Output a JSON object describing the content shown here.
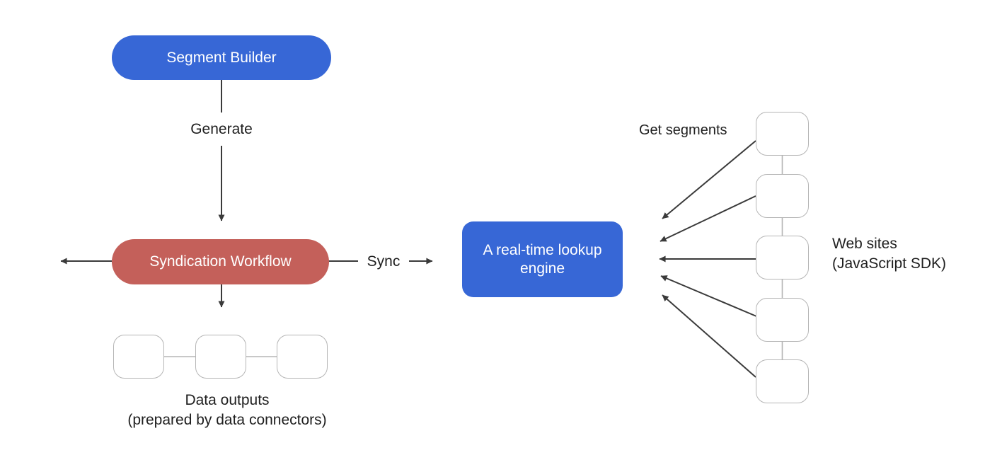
{
  "diagram": {
    "nodes": {
      "segment_builder": {
        "label": "Segment Builder",
        "color": "#3767d6"
      },
      "syndication_workflow": {
        "label": "Syndication Workflow",
        "color": "#c4605a"
      },
      "lookup_engine": {
        "label": "A real-time lookup engine",
        "color": "#3767d6"
      }
    },
    "edge_labels": {
      "generate": "Generate",
      "sync": "Sync",
      "get_segments": "Get segments"
    },
    "data_outputs": {
      "node_count": 3,
      "caption_line1": "Data outputs",
      "caption_line2": "(prepared by data connectors)"
    },
    "web_sites": {
      "node_count": 5,
      "label_line1": "Web sites",
      "label_line2": "(JavaScript SDK)"
    },
    "colors": {
      "node_blue": "#3767d6",
      "node_red": "#c4605a",
      "arrow": "#3a3a3a",
      "placeholder_border": "#b5b5b5",
      "text": "#1f1f1f",
      "background": "#ffffff"
    }
  }
}
